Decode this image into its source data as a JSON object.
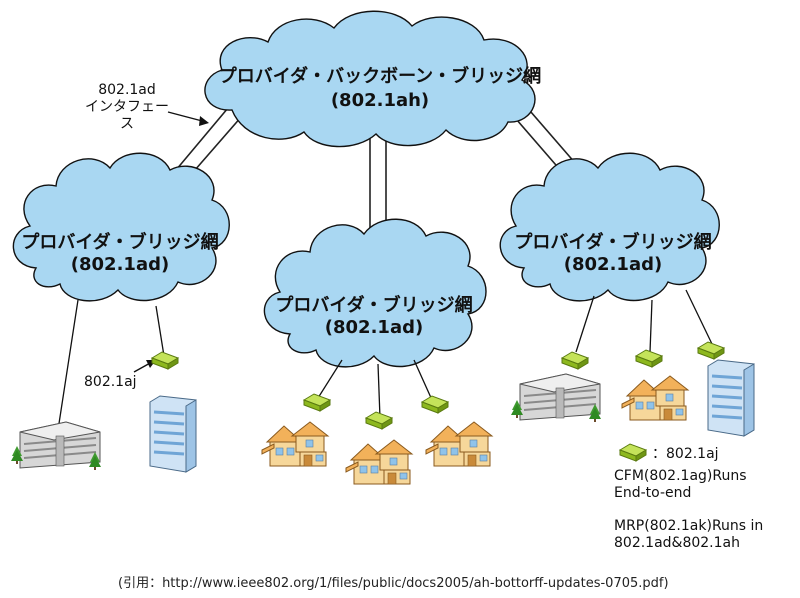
{
  "clouds": {
    "backbone": {
      "title": "プロバイダ・バックボーン・ブリッジ網",
      "sub": "(802.1ah)"
    },
    "left": {
      "title": "プロバイダ・ブリッジ網",
      "sub": "(802.1ad)"
    },
    "center": {
      "title": "プロバイダ・ブリッジ網",
      "sub": "(802.1ad)"
    },
    "right": {
      "title": "プロバイダ・ブリッジ網",
      "sub": "(802.1ad)"
    }
  },
  "labels": {
    "interface_line1": "802.1ad",
    "interface_line2": "インタフェース",
    "aj": "802.1aj"
  },
  "legend": {
    "aj": "：802.1aj",
    "cfm_line1": "CFM(802.1ag)Runs",
    "cfm_line2": "End-to-end",
    "mrp_line1": "MRP(802.1ak)Runs in",
    "mrp_line2": "802.1ad&802.1ah"
  },
  "citation": "(引用：http://www.ieee802.org/1/files/public/docs2005/ah-bottorff-updates-0705.pdf)",
  "colors": {
    "cloud_fill": "#a9d7f2",
    "cloud_stroke": "#111111",
    "device": "#9ccc2c",
    "house_wall": "#f6d79a",
    "house_roof": "#f2b15a"
  },
  "icons": [
    "cloud-icon",
    "bridge-device-icon",
    "house-icon",
    "office-building-icon",
    "tower-building-icon",
    "tree-icon"
  ]
}
